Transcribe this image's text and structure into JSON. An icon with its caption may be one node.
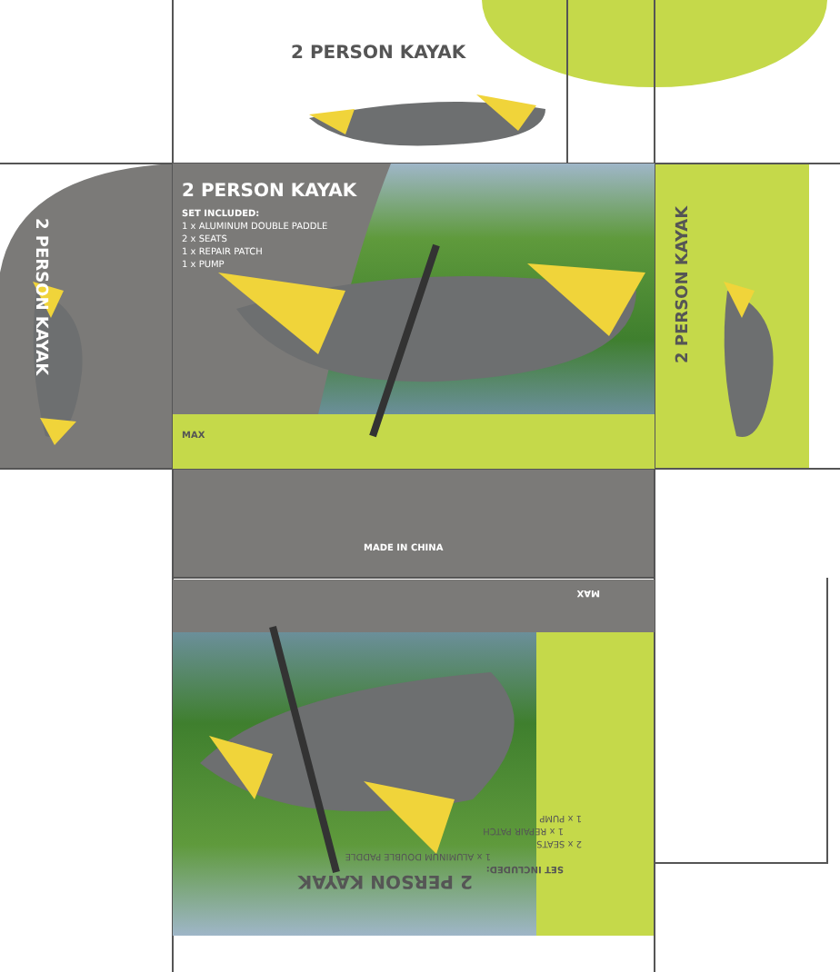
{
  "diagram": {
    "labels": [
      "2 PERSON KAYAK",
      "2 PERSON KAYAK",
      "2 PERSON KAYAK",
      "SET INCLUDED:",
      "1 x ALUMINUM DOUBLE PADDLE",
      "2 x SEATS",
      "1 x REPAIR PATCH",
      "1 x PUMP",
      "2 PERSON KAYAK",
      "MAX",
      "MADE IN CHINA",
      "MAX",
      "1 x PUMP",
      "1 x REPAIR PATCH",
      "2 x SEATS",
      "1 x ALUMINUM DOUBLE PADDLE",
      "SET INCLUDED:",
      "2 PERSON KAYAK"
    ]
  }
}
